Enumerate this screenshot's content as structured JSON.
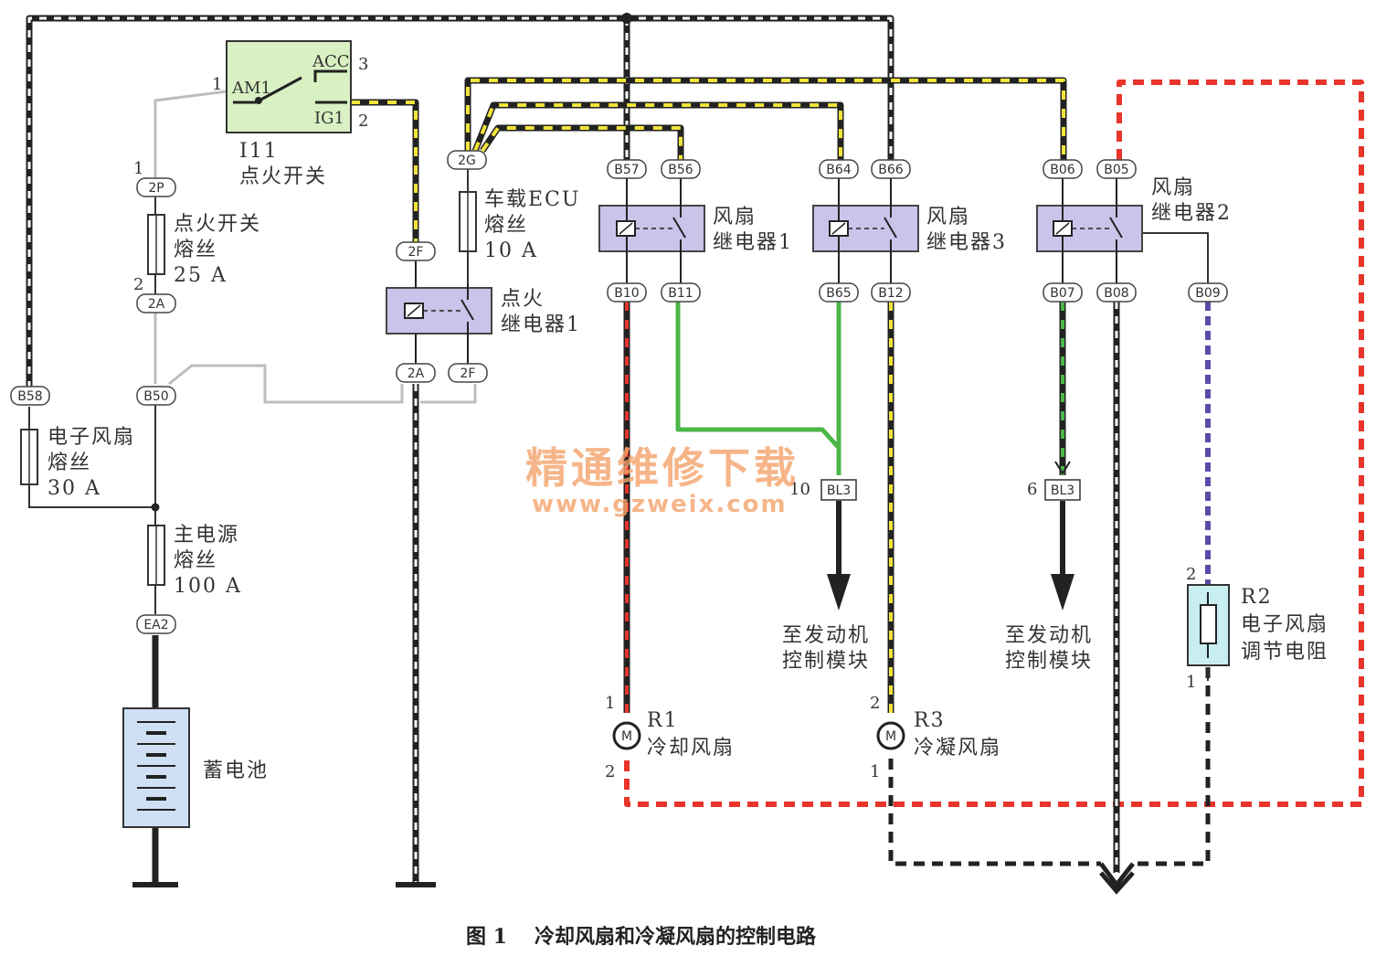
{
  "caption": {
    "figure_no": "图 1",
    "title": "冷却风扇和冷凝风扇的控制电路"
  },
  "watermark": {
    "line1": "精通维修下载",
    "line2": "www.gzweix.com"
  },
  "components": {
    "ignition_switch": {
      "code": "I11",
      "name": "点火开关",
      "am1": "AM1",
      "acc": "ACC",
      "ig1": "IG1",
      "pin1": "1",
      "pin2": "2",
      "pin3": "3"
    },
    "fuse_ig": {
      "line1": "点火开关",
      "line2": "熔丝",
      "rating": "25 A",
      "pin1": "1",
      "pin2": "2"
    },
    "fuse_ecu": {
      "line1": "车载ECU",
      "line2": "熔丝",
      "rating": "10 A"
    },
    "fuse_efan": {
      "line1": "电子风扇",
      "line2": "熔丝",
      "rating": "30 A"
    },
    "fuse_main": {
      "line1": "主电源",
      "line2": "熔丝",
      "rating": "100 A"
    },
    "battery": {
      "name": "蓄电池"
    },
    "ig_relay": {
      "line1": "点火",
      "line2": "继电器1"
    },
    "fan_relay1": {
      "line1": "风扇",
      "line2": "继电器1"
    },
    "fan_relay3": {
      "line1": "风扇",
      "line2": "继电器3"
    },
    "fan_relay2": {
      "line1": "风扇",
      "line2": "继电器2"
    },
    "ecm1": {
      "line1": "至发动机",
      "line2": "控制模块",
      "pin": "10",
      "conn": "BL3"
    },
    "ecm2": {
      "line1": "至发动机",
      "line2": "控制模块",
      "pin": "6",
      "conn": "BL3"
    },
    "cooling_fan": {
      "code": "R1",
      "name": "冷却风扇",
      "pin1": "1",
      "pin2": "2",
      "motor": "M"
    },
    "condenser_fan": {
      "code": "R3",
      "name": "冷凝风扇",
      "pin1": "2",
      "pin2": "1",
      "motor": "M"
    },
    "fan_resistor": {
      "code": "R2",
      "line1": "电子风扇",
      "line2": "调节电阻",
      "pin1": "2",
      "pin2": "1"
    }
  },
  "connectors": {
    "b58": "B58",
    "b50": "B50",
    "ea2": "EA2",
    "p2p": "2P",
    "p2a_top": "2A",
    "p2g": "2G",
    "p2f_top": "2F",
    "p2a_bot": "2A",
    "p2f_bot": "2F",
    "b57": "B57",
    "b56": "B56",
    "b10": "B10",
    "b11": "B11",
    "b64": "B64",
    "b66": "B66",
    "b65": "B65",
    "b12": "B12",
    "b06": "B06",
    "b05": "B05",
    "b07": "B07",
    "b08": "B08",
    "b09": "B09"
  },
  "colors": {
    "relay_fill": "#c9c4ea",
    "battery_fill": "#cfe0f5",
    "resistor_fill": "#c8eef2",
    "wire_black": "#222222",
    "wire_red": "#e8342a",
    "wire_yellow": "#f2e43a",
    "wire_green": "#4cb648",
    "wire_purple": "#5a4ba8",
    "wire_gray": "#bdbdbd"
  }
}
